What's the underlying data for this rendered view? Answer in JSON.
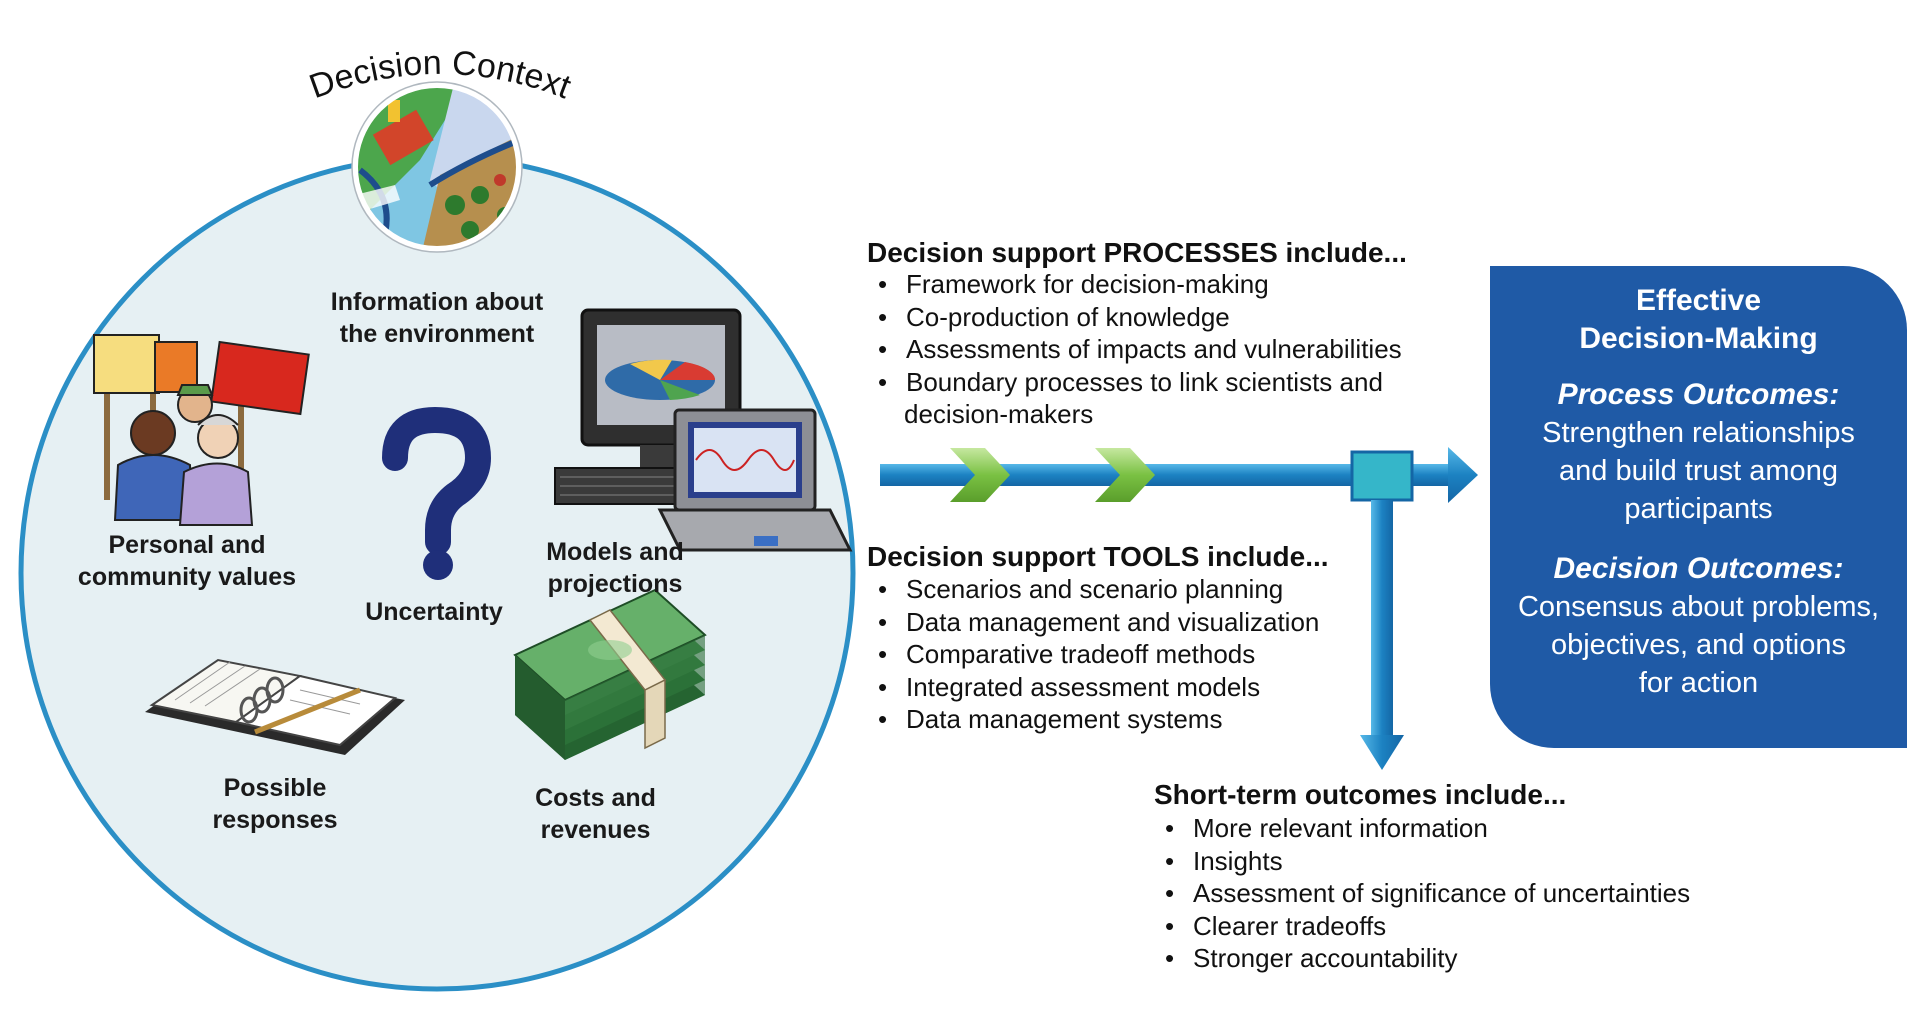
{
  "context": {
    "title": "Decision Context",
    "items": {
      "environment": [
        "Information about",
        "the environment"
      ],
      "values": [
        "Personal and",
        "community values"
      ],
      "uncertainty": "Uncertainty",
      "models": [
        "Models and",
        "projections"
      ],
      "responses": [
        "Possible",
        "responses"
      ],
      "costs": [
        "Costs and",
        "revenues"
      ]
    }
  },
  "processes": {
    "title": "Decision support PROCESSES include...",
    "items": [
      "Framework for decision-making",
      "Co-production of knowledge",
      "Assessments of impacts and vulnerabilities",
      "Boundary processes to link scientists and",
      "decision-makers"
    ]
  },
  "tools": {
    "title": "Decision support TOOLS include...",
    "items": [
      "Scenarios and scenario planning",
      "Data management and visualization",
      "Comparative tradeoff methods",
      "Integrated assessment models",
      "Data management systems"
    ]
  },
  "short_term": {
    "title": "Short-term outcomes include...",
    "items": [
      "More relevant information",
      "Insights",
      "Assessment of significance of uncertainties",
      "Clearer tradeoffs",
      "Stronger accountability"
    ]
  },
  "effective": {
    "title": [
      "Effective",
      "Decision-Making"
    ],
    "process_heading": "Process Outcomes:",
    "process_text": [
      "Strengthen relationships",
      "and build trust among",
      "participants"
    ],
    "decision_heading": "Decision Outcomes:",
    "decision_text": [
      "Consensus about problems,",
      "objectives, and options",
      "for action"
    ]
  },
  "colors": {
    "circle_fill": "#e6f0f3",
    "circle_stroke": "#2b8fc6",
    "arrow_blue": "#1c82c2",
    "chevron_green": "#7ac143",
    "box_blue": "#1f5aa6",
    "junction_teal": "#35b6c9"
  }
}
